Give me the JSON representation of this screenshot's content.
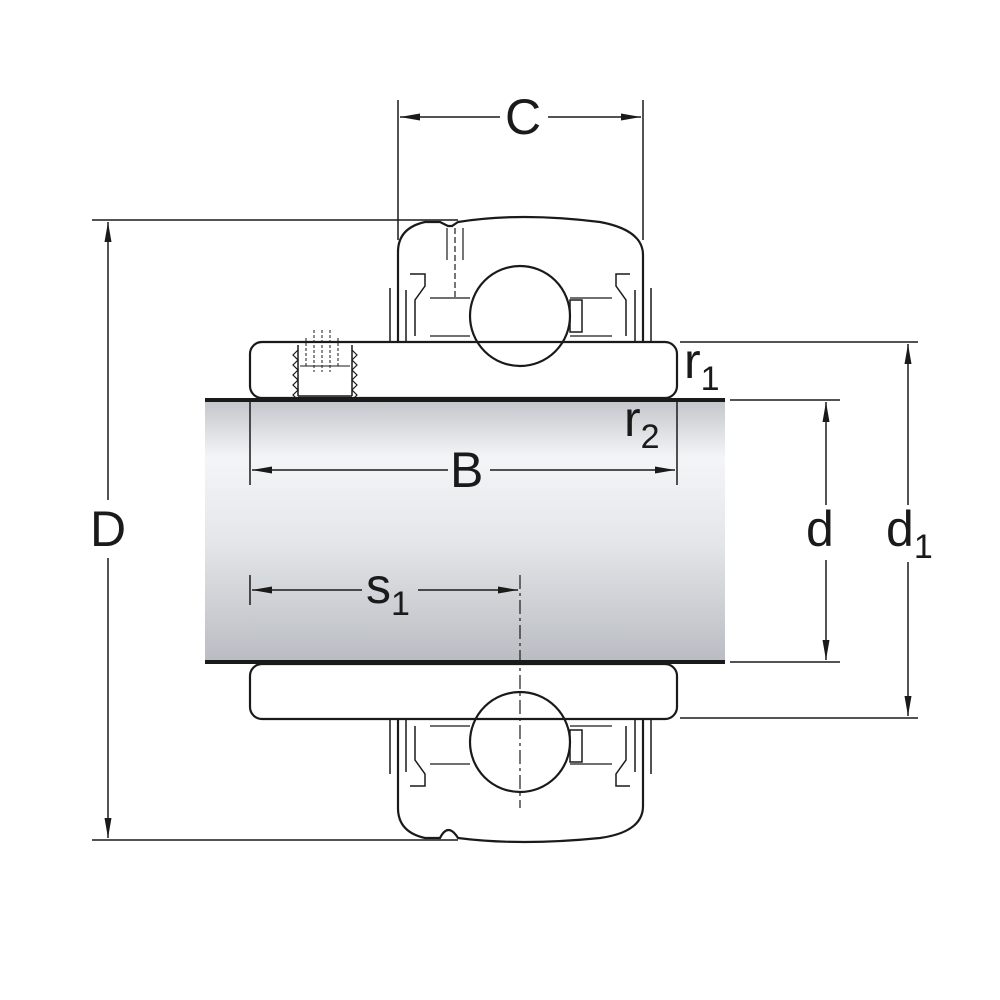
{
  "dimensions": {
    "C": {
      "main": "C",
      "sub": ""
    },
    "D": {
      "main": "D",
      "sub": ""
    },
    "B": {
      "main": "B",
      "sub": ""
    },
    "d": {
      "main": "d",
      "sub": ""
    },
    "d1": {
      "main": "d",
      "sub": "1"
    },
    "s1": {
      "main": "s",
      "sub": "1"
    },
    "r1": {
      "main": "r",
      "sub": "1"
    },
    "r2": {
      "main": "r",
      "sub": "2"
    }
  },
  "colors": {
    "line": "#1a1a1a",
    "shaft_light": "#f4f5f7",
    "shaft_dark": "#b9bcc2",
    "background": "#ffffff"
  }
}
